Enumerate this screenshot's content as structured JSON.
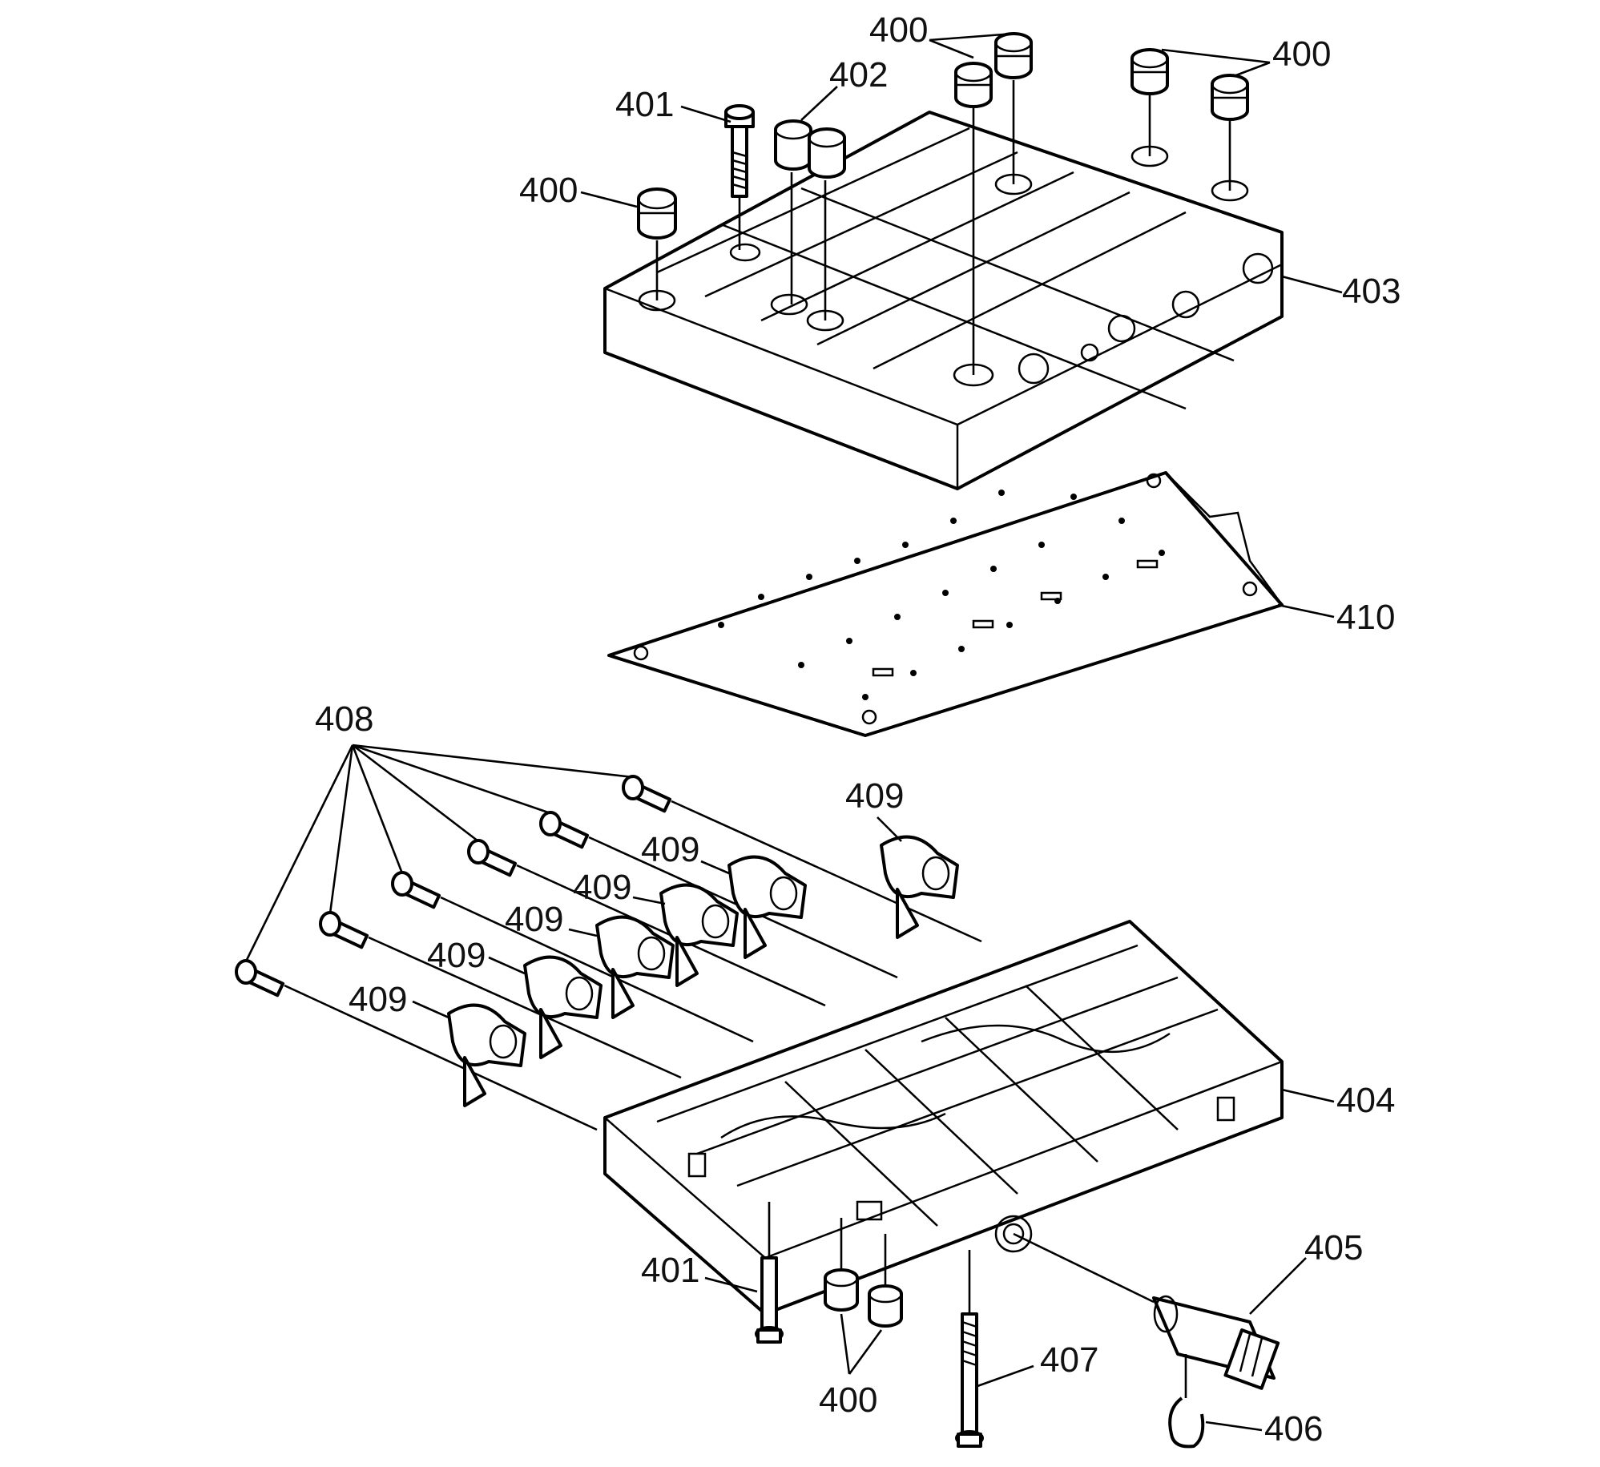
{
  "callouts": {
    "c400_top_center": "400",
    "c400_top_right": "400",
    "c400_left": "400",
    "c401_top": "401",
    "c402": "402",
    "c403": "403",
    "c410": "410",
    "c408": "408",
    "c409_a": "409",
    "c409_b": "409",
    "c409_c": "409",
    "c409_d": "409",
    "c409_e": "409",
    "c409_f": "409",
    "c404": "404",
    "c405": "405",
    "c401_bottom": "401",
    "c407": "407",
    "c400_bottom": "400",
    "c406": "406"
  },
  "style": {
    "line_color": "#000000",
    "background": "#ffffff"
  }
}
